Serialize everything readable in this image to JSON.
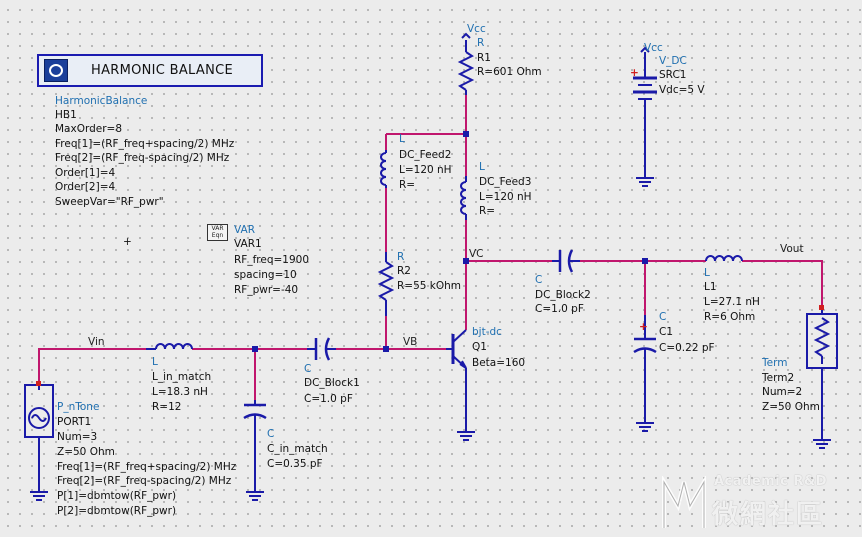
{
  "harmonic_balance": {
    "header": "HARMONIC BALANCE",
    "lines": [
      "HarmonicBalance",
      "HB1",
      "MaxOrder=8",
      "Freq[1]=(RF_freq+spacing/2) MHz",
      "Freq[2]=(RF_freq-spacing/2) MHz",
      "Order[1]=4",
      "Order[2]=4",
      "SweepVar=\"RF_pwr\""
    ]
  },
  "var_block": {
    "icon_text": "VAR Eqn",
    "lines": [
      "VAR",
      "VAR1",
      "RF_freq=1900",
      "spacing=10",
      "RF_pwr=-40"
    ]
  },
  "r1": {
    "supply": "Vcc",
    "lines": [
      "R",
      "R1",
      "R=601 Ohm"
    ]
  },
  "v_dc": {
    "supply": "Vcc",
    "lines": [
      "V_DC",
      "SRC1",
      "Vdc=5 V"
    ],
    "plus": "+"
  },
  "dc_feed2": {
    "lines": [
      "L",
      "DC_Feed2",
      "L=120 nH",
      "R="
    ]
  },
  "dc_feed3": {
    "lines": [
      "L",
      "DC_Feed3",
      "L=120 nH",
      "R="
    ]
  },
  "r2": {
    "lines": [
      "R",
      "R2",
      "R=55 kOhm"
    ]
  },
  "l1": {
    "lines": [
      "L",
      "L1",
      "L=27.1 nH",
      "R=6 Ohm"
    ]
  },
  "c1": {
    "lines": [
      "C",
      "C1",
      "C=0.22 pF"
    ],
    "plus": "+"
  },
  "dc_block2": {
    "lines": [
      "C",
      "DC_Block2",
      "C=1.0 pF"
    ]
  },
  "term2": {
    "lines": [
      "Term",
      "Term2",
      "Num=2",
      "Z=50 Ohm"
    ]
  },
  "q1": {
    "lines": [
      "bjt-dc",
      "Q1",
      "Beta=160"
    ]
  },
  "dc_block1": {
    "lines": [
      "C",
      "DC_Block1",
      "C=1.0 pF"
    ]
  },
  "l_in_match": {
    "lines": [
      "L",
      "L_in_match",
      "L=18.3 nH",
      "R=12"
    ]
  },
  "c_in_match": {
    "lines": [
      "C",
      "C_in_match",
      "C=0.35 pF"
    ]
  },
  "port1": {
    "lines": [
      "P_nTone",
      "PORT1",
      "Num=3",
      "Z=50 Ohm",
      "Freq[1]=(RF_freq+spacing/2) MHz",
      "Freq[2]=(RF_freq-spacing/2) MHz",
      "P[1]=dbmtow(RF_pwr)",
      "P[2]=dbmtow(RF_pwr)"
    ]
  },
  "nets": {
    "vin": "Vin",
    "vb": "VB",
    "vc": "VC",
    "vout": "Vout"
  },
  "crosshair": "+",
  "watermark": {
    "line1": "Academic R&D",
    "line2": "微網社區"
  },
  "colors": {
    "wire_magenta": "#c0166d",
    "component_blue": "#1a1aa8",
    "label_blue": "#1f6fb0",
    "background": "#ececec"
  }
}
